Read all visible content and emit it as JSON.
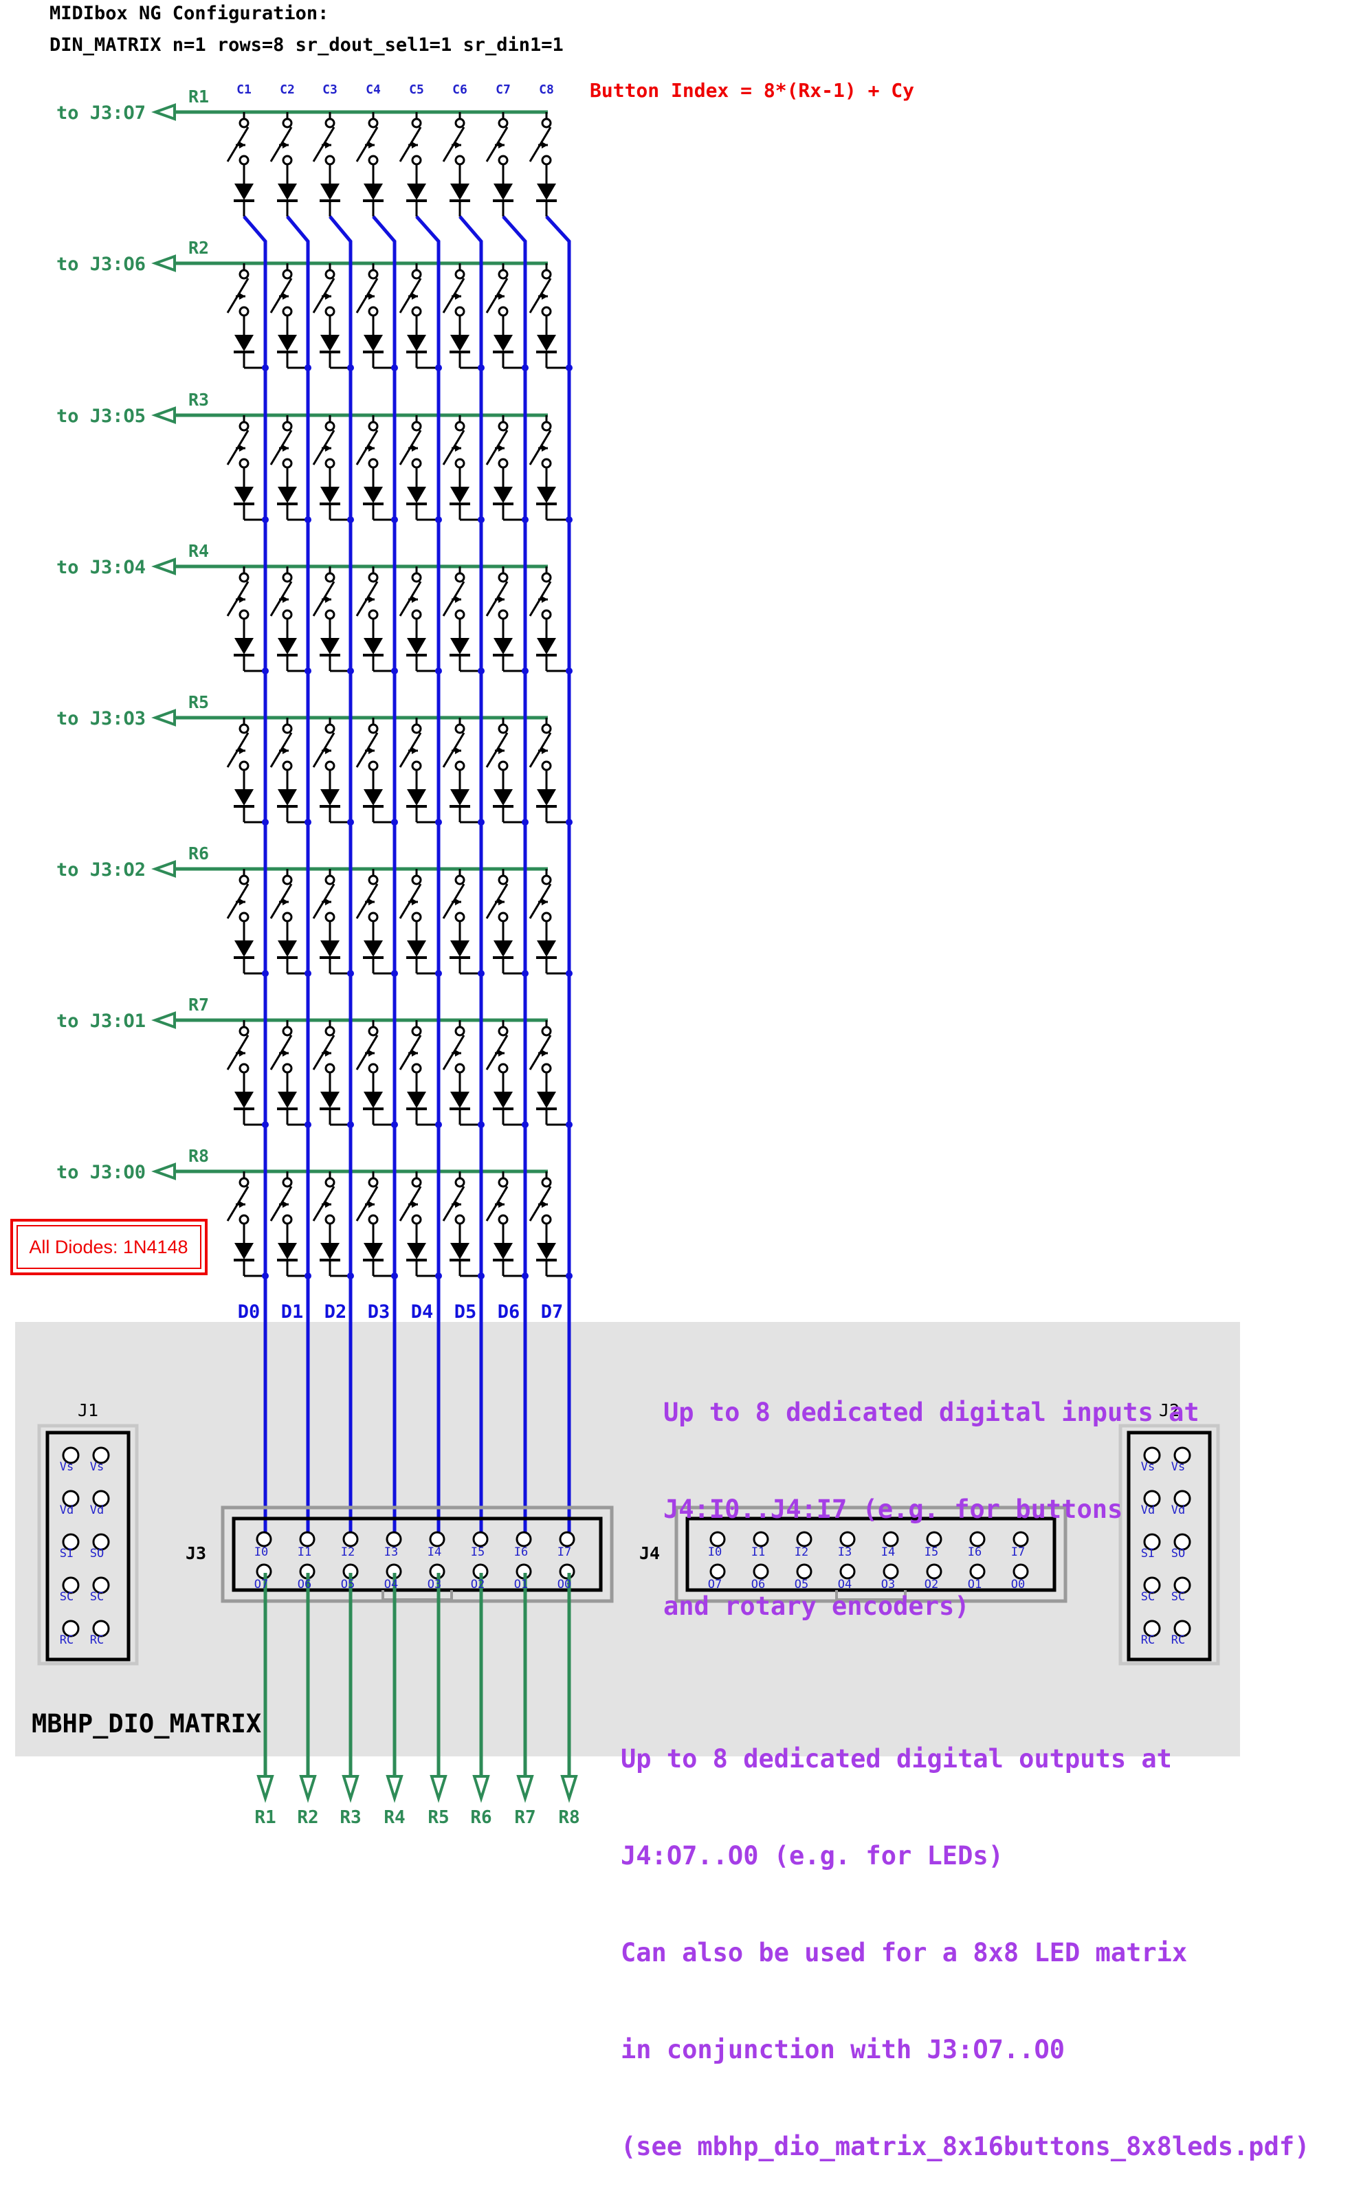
{
  "header": {
    "line1": "MIDIbox NG Configuration:",
    "line2": "DIN_MATRIX n=1 rows=8 sr_dout_sel1=1 sr_din1=1"
  },
  "formula": "Button Index = 8*(Rx-1) + Cy",
  "columns": [
    "C1",
    "C2",
    "C3",
    "C4",
    "C5",
    "C6",
    "C7",
    "C8"
  ],
  "rows": [
    {
      "name": "R1",
      "connect": "to J3:O7"
    },
    {
      "name": "R2",
      "connect": "to J3:O6"
    },
    {
      "name": "R3",
      "connect": "to J3:O5"
    },
    {
      "name": "R4",
      "connect": "to J3:O4"
    },
    {
      "name": "R5",
      "connect": "to J3:O3"
    },
    {
      "name": "R6",
      "connect": "to J3:O2"
    },
    {
      "name": "R7",
      "connect": "to J3:O1"
    },
    {
      "name": "R8",
      "connect": "to J3:O0"
    }
  ],
  "data_lines": [
    "D0",
    "D1",
    "D2",
    "D3",
    "D4",
    "D5",
    "D6",
    "D7"
  ],
  "diode_note": "All Diodes: 1N4148",
  "module_label": "MBHP_DIO_MATRIX",
  "connectors": {
    "J1": {
      "label": "J1",
      "pins": [
        [
          "Vs",
          "Vs"
        ],
        [
          "Vd",
          "Vd"
        ],
        [
          "SI",
          "SO"
        ],
        [
          "SC",
          "SC"
        ],
        [
          "RC",
          "RC"
        ]
      ]
    },
    "J2": {
      "label": "J2",
      "pins": [
        [
          "Vs",
          "Vs"
        ],
        [
          "Vd",
          "Vd"
        ],
        [
          "SI",
          "SO"
        ],
        [
          "SC",
          "SC"
        ],
        [
          "RC",
          "RC"
        ]
      ]
    },
    "J3": {
      "label": "J3",
      "top": [
        "I0",
        "I1",
        "I2",
        "I3",
        "I4",
        "I5",
        "I6",
        "I7"
      ],
      "bottom": [
        "O7",
        "O6",
        "O5",
        "O4",
        "O3",
        "O2",
        "O1",
        "O0"
      ]
    },
    "J4": {
      "label": "J4",
      "top": [
        "I0",
        "I1",
        "I2",
        "I3",
        "I4",
        "I5",
        "I6",
        "I7"
      ],
      "bottom": [
        "O7",
        "O6",
        "O5",
        "O4",
        "O3",
        "O2",
        "O1",
        "O0"
      ]
    }
  },
  "outputs": [
    "R1",
    "R2",
    "R3",
    "R4",
    "R5",
    "R6",
    "R7",
    "R8"
  ],
  "notes": {
    "inputs": [
      "Up to 8 dedicated digital inputs at",
      "J4:I0..J4:I7 (e.g. for buttons",
      "and rotary encoders)"
    ],
    "outputs": [
      "Up to 8 dedicated digital outputs at",
      "J4:O7..O0 (e.g. for LEDs)",
      "Can also be used for a 8x8 LED matrix",
      "in conjunction with J3:O7..O0",
      "(see mbhp_dio_matrix_8x16buttons_8x8leds.pdf)"
    ]
  },
  "colors": {
    "row_wire": "#2e8b57",
    "col_wire": "#1111dd",
    "formula": "#ee0000",
    "note": "#a53ee6",
    "module_bg": "#e3e3e3",
    "pin_label": "#2222cc"
  }
}
